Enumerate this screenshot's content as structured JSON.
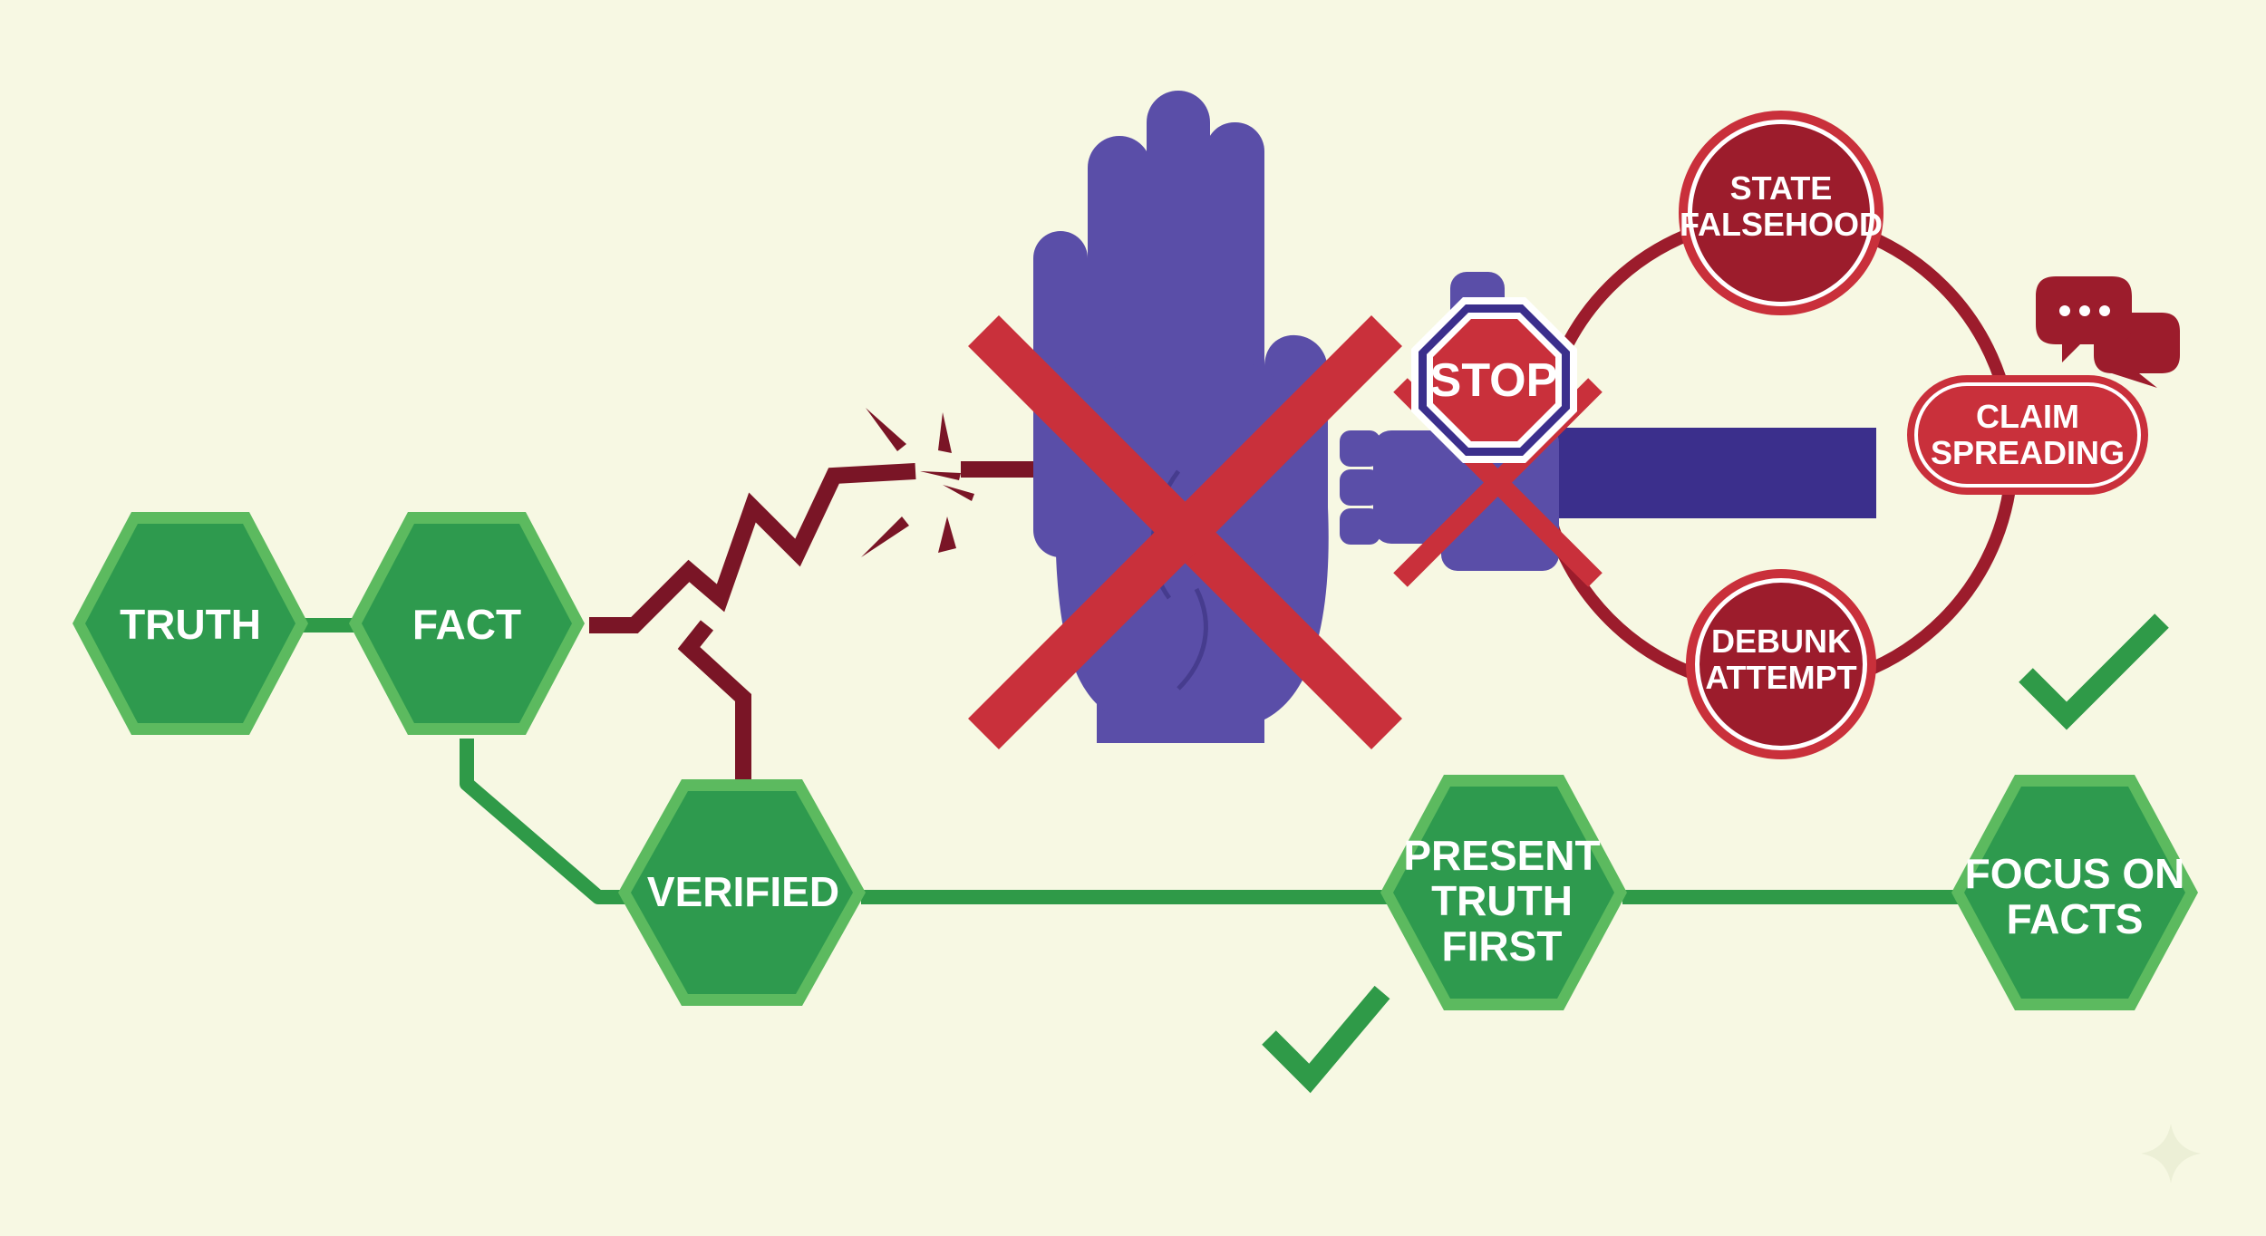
{
  "nodes": {
    "truth": {
      "label": [
        "TRUTH"
      ]
    },
    "fact": {
      "label": [
        "FACT"
      ]
    },
    "verified": {
      "label": [
        "VERIFIED"
      ]
    },
    "present_truth_first": {
      "label": [
        "PRESENT",
        "TRUTH",
        "FIRST"
      ]
    },
    "focus_on_facts": {
      "label": [
        "FOCUS ON",
        "FACTS"
      ]
    }
  },
  "cycle": {
    "state_falsehood": {
      "label": [
        "STATE",
        "FALSEHOOD"
      ]
    },
    "claim_spreading": {
      "label": [
        "CLAIM",
        "SPREADING"
      ]
    },
    "debunk_attempt": {
      "label": [
        "DEBUNK",
        "ATTEMPT"
      ]
    }
  },
  "stop_sign": {
    "label": "STOP"
  },
  "colors": {
    "background": "#f7f8e3",
    "hex_fill": "#2e9a4e",
    "hex_border": "#5cba5f",
    "truth_path": "#2f9a48",
    "falsehood_red": "#9c1c2c",
    "cross_red": "#c9303b",
    "hand_purple": "#5a4ea8",
    "bar_navy": "#3b2f8c",
    "dark_path": "#7a1526"
  },
  "icons": [
    "stop-hand-icon",
    "cross-icon",
    "stop-sign-icon",
    "fist-icon",
    "speech-bubbles-icon",
    "checkmark-icon",
    "break-spark-icon"
  ]
}
